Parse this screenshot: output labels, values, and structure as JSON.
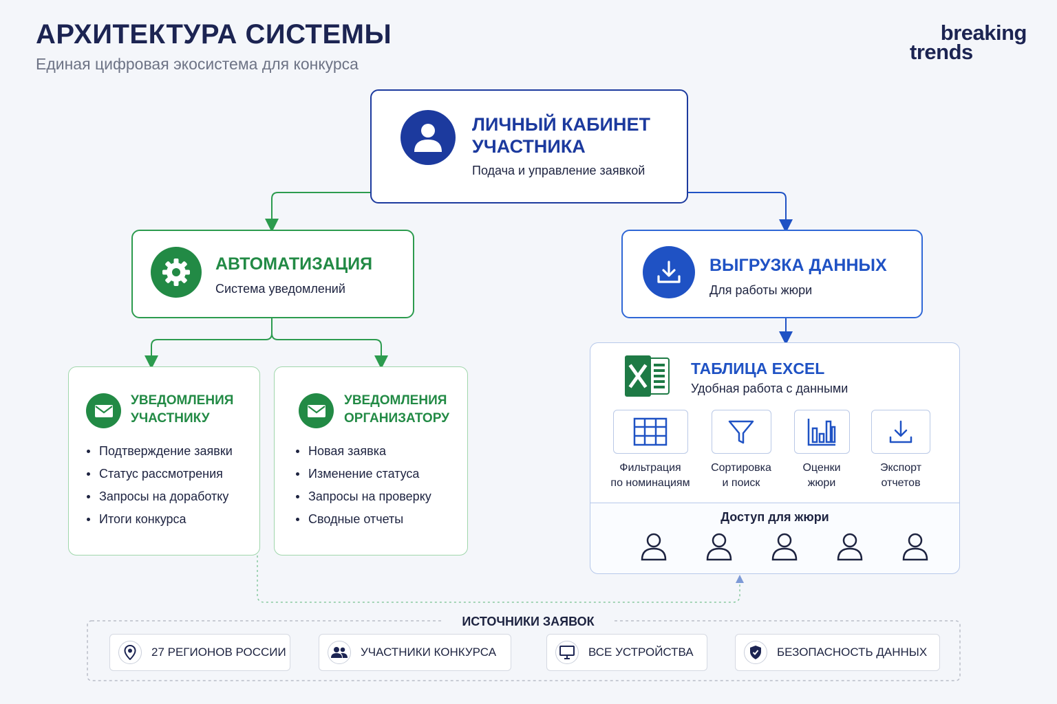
{
  "header": {
    "title": "АРХИТЕКТУРА СИСТЕМЫ",
    "subtitle": "Единая цифровая экосистема для конкурса",
    "logo_line1": "breaking",
    "logo_line2": "trends"
  },
  "colors": {
    "navy": "#1c3a9e",
    "green": "#228a45",
    "blue": "#1f52c4",
    "excel_green": "#1e7a45"
  },
  "top_node": {
    "icon": "user-icon",
    "title_line1": "ЛИЧНЫЙ КАБИНЕТ",
    "title_line2": "УЧАСТНИКА",
    "subtitle": "Подача и управление заявкой"
  },
  "automation": {
    "icon": "gear-icon",
    "title": "АВТОМАТИЗАЦИЯ",
    "subtitle": "Система уведомлений"
  },
  "export": {
    "icon": "download-icon",
    "title": "ВЫГРУЗКА ДАННЫХ",
    "subtitle": "Для работы жюри"
  },
  "notify_participant": {
    "icon": "mail-icon",
    "title_line1": "УВЕДОМЛЕНИЯ",
    "title_line2": "УЧАСТНИКУ",
    "items": [
      "Подтверждение заявки",
      "Статус рассмотрения",
      "Запросы на доработку",
      "Итоги конкурса"
    ]
  },
  "notify_organizer": {
    "icon": "mail-icon",
    "title_line1": "УВЕДОМЛЕНИЯ",
    "title_line2": "ОРГАНИЗАТОРУ",
    "items": [
      "Новая заявка",
      "Изменение статуса",
      "Запросы на проверку",
      "Сводные отчеты"
    ]
  },
  "excel": {
    "icon": "excel-icon",
    "title": "ТАБЛИЦА EXCEL",
    "subtitle": "Удобная работа с данными",
    "features": [
      {
        "icon": "table-icon",
        "line1": "Фильтрация",
        "line2": "по номинациям"
      },
      {
        "icon": "filter-icon",
        "line1": "Сортировка",
        "line2": "и поиск"
      },
      {
        "icon": "bar-chart-icon",
        "line1": "Оценки",
        "line2": "жюри"
      },
      {
        "icon": "download-icon",
        "line1": "Экспорт",
        "line2": "отчетов"
      }
    ],
    "access_title": "Доступ для жюри",
    "jury_icons": [
      "user-outline-icon",
      "user-outline-icon",
      "user-outline-icon",
      "user-outline-icon",
      "user-outline-icon"
    ]
  },
  "sources": {
    "title": "ИСТОЧНИКИ ЗАЯВОК",
    "items": [
      {
        "icon": "location-pin-icon",
        "label": "27 РЕГИОНОВ РОССИИ"
      },
      {
        "icon": "people-icon",
        "label": "УЧАСТНИКИ КОНКУРСА"
      },
      {
        "icon": "monitor-icon",
        "label": "ВСЕ УСТРОЙСТВА"
      },
      {
        "icon": "shield-icon",
        "label": "БЕЗОПАСНОСТЬ ДАННЫХ"
      }
    ]
  }
}
